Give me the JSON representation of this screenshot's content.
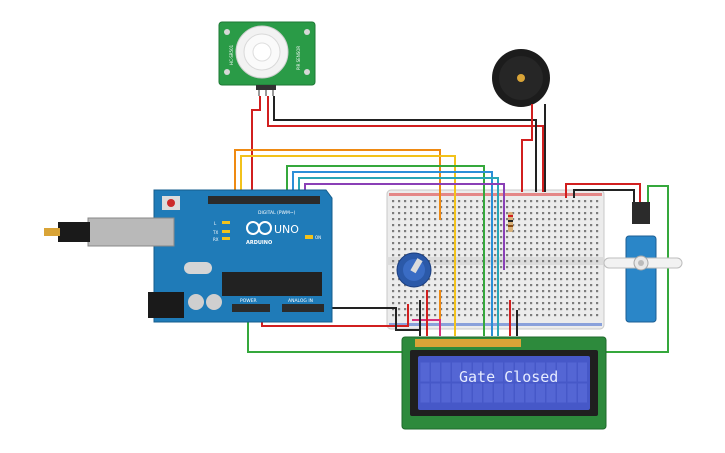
{
  "arduino": {
    "logo_text": "ARDUINO",
    "model": "UNO",
    "digital_label": "DIGITAL (PWM~)",
    "on_label": "ON",
    "tx_label": "TX",
    "rx_label": "RX",
    "l_label": "L",
    "power_label": "POWER",
    "analog_label": "ANALOG IN"
  },
  "lcd": {
    "display_text": "Gate Closed"
  },
  "pir": {
    "label_left": "HC-SR501",
    "label_right": "PIR SENSOR"
  },
  "colors": {
    "board": "#1f7bb8",
    "board_dark": "#155d8c",
    "lcd_pcb": "#2d8a3c",
    "lcd_screen": "#4658c8",
    "lcd_text": "#e6ecff",
    "wire_red": "#d11f1f",
    "wire_black": "#222222",
    "wire_orange": "#ef8a12",
    "wire_yellow": "#f2c21b",
    "wire_green": "#35a83c",
    "wire_blue": "#2b8fd8",
    "wire_teal": "#28a6b6",
    "wire_purple": "#8a3fb6",
    "wire_pink": "#d8307b",
    "servo_body": "#2a86c8"
  }
}
